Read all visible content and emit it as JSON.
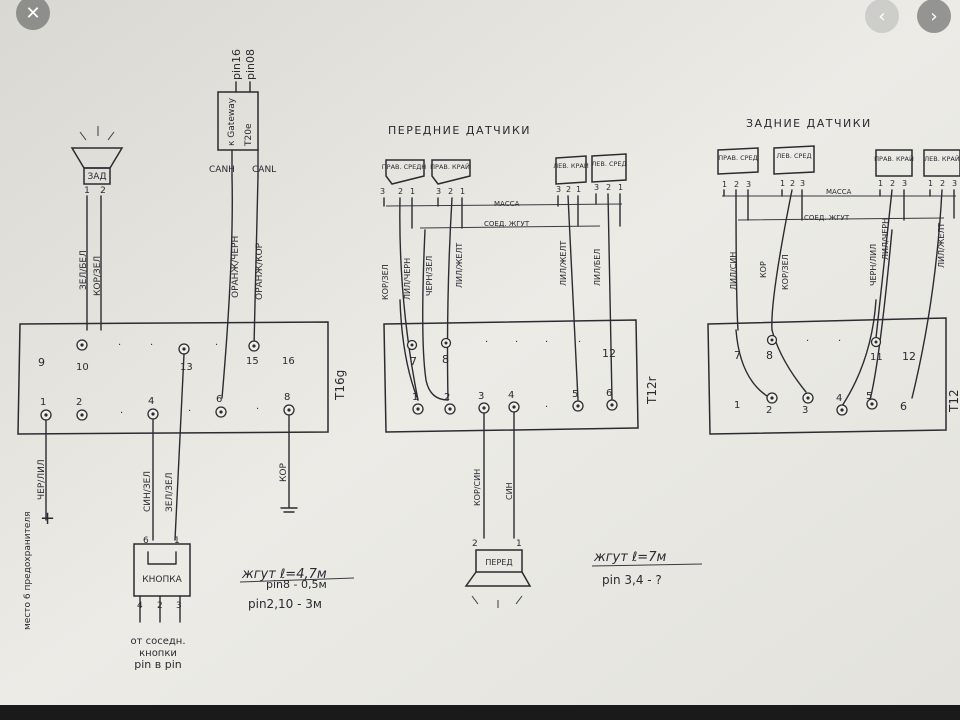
{
  "viewer": {
    "close_icon": "✕",
    "prev_icon": "‹",
    "next_icon": "›"
  },
  "diagram": {
    "front_sensors_title": "ПЕРЕДНИЕ ДАТЧИКИ",
    "rear_sensors_title": "ЗАДНИЕ ДАТЧИКИ",
    "connector_t16": "T16g",
    "connector_t12_front": "T12r",
    "connector_t12_rear": "T12",
    "gateway_label": "к Gateway",
    "gateway_conn": "T20e",
    "pin16": "pin16",
    "pin08": "pin08",
    "canh": "CANH",
    "canl": "CANL",
    "rear_speaker": "ЗАД",
    "front_speaker": "ПЕРЕД",
    "button_label": "КНОПКА",
    "sensor_prav_sredn": "ПРАВ. СРЕДН",
    "sensor_prav_krai": "ПРАВ. КРАЙ",
    "sensor_lev_krai": "ЛЕВ. КРАЙ",
    "sensor_lev_sred": "ЛЕВ. СРЕД",
    "sensor_prav_sred": "ПРАВ. СРЕД",
    "massa": "МАССА",
    "soed_zhgut": "СОЕД. ЖГУТ",
    "wire_zel_bel": "ЗЕЛ/БЕЛ",
    "wire_kor_zel": "КОР/ЗЕЛ",
    "wire_oranzh_chern": "ОРАНЖ/ЧЕРН",
    "wire_oranzh_kor": "ОРАНЖ/КОР",
    "wire_kor_zel_f": "КОР/ЗЕЛ",
    "wire_lil_chern": "ЛИЛ/ЧЕРН",
    "wire_chern_zel": "ЧЕРН/ЗЕЛ",
    "wire_lil_zhelt": "ЛИЛ/ЖЕЛТ",
    "wire_lil_bel": "ЛИЛ/БЕЛ",
    "wire_lil_sin": "ЛИЛ/СИН",
    "wire_kor": "КОР",
    "wire_kor_zel_r": "КОР/ЗЕЛ",
    "wire_chern_lil": "ЧЕРН/ЛИЛ",
    "wire_lil_chern_r": "ЛИЛ/ЧЕРН",
    "wire_chern_lil_left": "ЧЕР/ЛИЛ",
    "wire_sin_zel": "СИН/ЗЕЛ",
    "wire_sin_zel2": "ЗЕЛ/ЗЕЛ",
    "wire_kor_ground": "КОР",
    "wire_kor_sin": "КОР/СИН",
    "wire_sin": "СИН",
    "plus_sign": "+",
    "accessory_place": "место 6 предохранителя",
    "from_neighbor_1": "от соседн.",
    "from_neighbor_2": "кнопки",
    "pin_to_pin": "pin в pin",
    "harness1_title": "жгут ℓ=4,7м",
    "harness1_l1": "pin8 - 0,5м",
    "harness1_l2": "pin2,10 - 3м",
    "harness2_title": "жгут ℓ=7м",
    "harness2_l1": "pin 3,4 - ?",
    "p_1": "1",
    "p_2": "2",
    "p_3": "3",
    "p_4": "4",
    "p_5": "5",
    "p_6": "6",
    "p_7": "7",
    "p_8": "8",
    "p_9": "9",
    "p_10": "10",
    "p_11": "11",
    "p_12": "12",
    "p_13": "13",
    "p_15": "15",
    "p_16": "16"
  }
}
